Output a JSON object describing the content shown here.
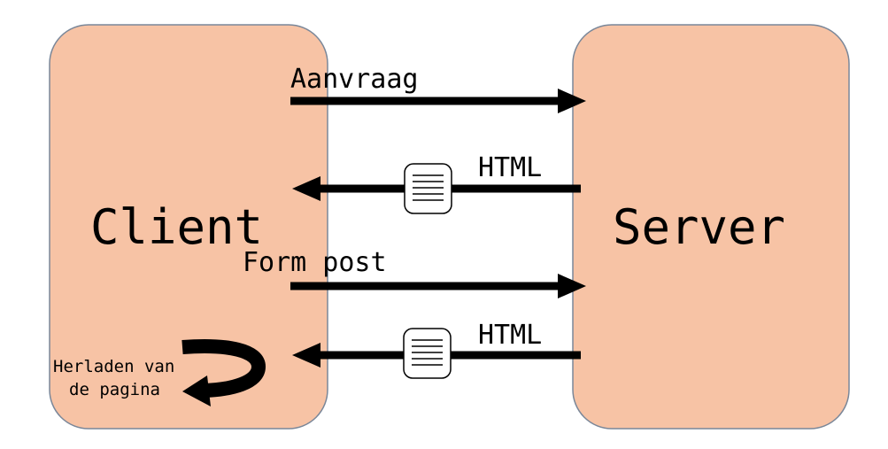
{
  "colors": {
    "box_fill": "#f7c3a5",
    "box_stroke": "#7a8799",
    "arrow": "#000000",
    "document": "#ffffff"
  },
  "client": {
    "label": "Client"
  },
  "server": {
    "label": "Server"
  },
  "arrows": [
    {
      "label": "Aanvraag",
      "direction": "to-server",
      "document_icon": false
    },
    {
      "label": "HTML",
      "direction": "to-client",
      "document_icon": true
    },
    {
      "label": "Form post",
      "direction": "to-server",
      "document_icon": false
    },
    {
      "label": "HTML",
      "direction": "to-client",
      "document_icon": true
    }
  ],
  "reload": {
    "line1": "Herladen van",
    "line2": "de pagina",
    "icon": "curved-reload-arrow-icon"
  }
}
